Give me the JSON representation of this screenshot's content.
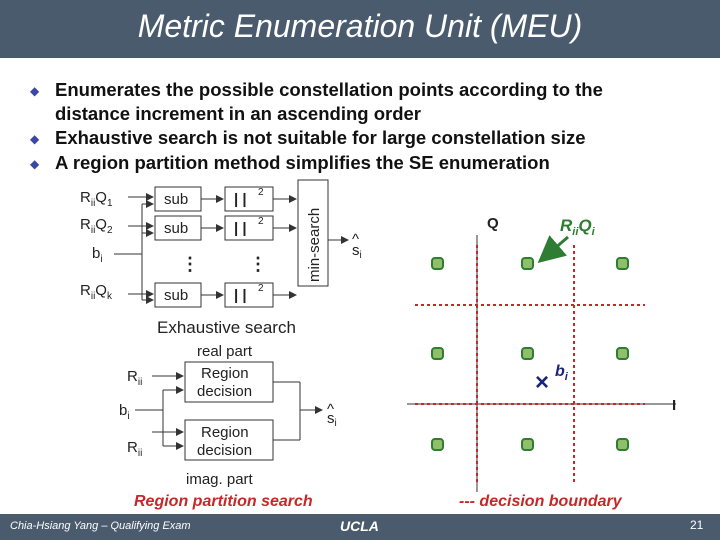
{
  "title": "Metric Enumeration Unit (MEU)",
  "bullets": [
    {
      "line1": "Enumerates the possible constellation points according to the",
      "line2": "distance increment in an ascending order"
    },
    {
      "line1": "Exhaustive search is not suitable for large constellation size"
    },
    {
      "line1": "A region partition method simplifies the SE enumeration"
    }
  ],
  "exhaustive": {
    "inputs": [
      {
        "main": "R",
        "sub": "ii",
        "main2": "Q",
        "sub2": "1"
      },
      {
        "main": "R",
        "sub": "ii",
        "main2": "Q",
        "sub2": "2"
      },
      {
        "main": "b",
        "sub": "i",
        "main2": "",
        "sub2": ""
      },
      {
        "main": "R",
        "sub": "ii",
        "main2": "Q",
        "sub2": "k"
      }
    ],
    "sub_label": "sub",
    "abs_label": "|   |",
    "square": "2",
    "vdots": "⋮",
    "min_search": "min-search",
    "output_hat": "^",
    "output": "s",
    "output_sub": "i",
    "caption": "Exhaustive search"
  },
  "region": {
    "real_part": "real part",
    "imag_part": "imag. part",
    "rii": "R",
    "rii_sub": "ii",
    "bi": "b",
    "bi_sub": "i",
    "decision_line1": "Region",
    "decision_line2": "decision",
    "output_hat": "^",
    "output": "s",
    "output_sub": "i",
    "caption": "Region partition search"
  },
  "constellation": {
    "q_label": "Q",
    "i_label": "I",
    "rq_main": "R",
    "rq_sub": "ii",
    "rq_main2": "Q",
    "rq_sub2": "i",
    "bi_main": "b",
    "bi_sub": "i",
    "marker": "×",
    "boundary_caption": "--- decision boundary",
    "colors": {
      "point_fill": "#8fbf6a",
      "point_stroke": "#2e7d32",
      "grid_line": "#c62828",
      "arrow": "#2e7d32",
      "marker": "#1a237e",
      "caption": "#c62828"
    }
  },
  "footer": {
    "left": "Chia-Hsiang Yang – Qualifying Exam",
    "center": "UCLA",
    "page": "21"
  }
}
